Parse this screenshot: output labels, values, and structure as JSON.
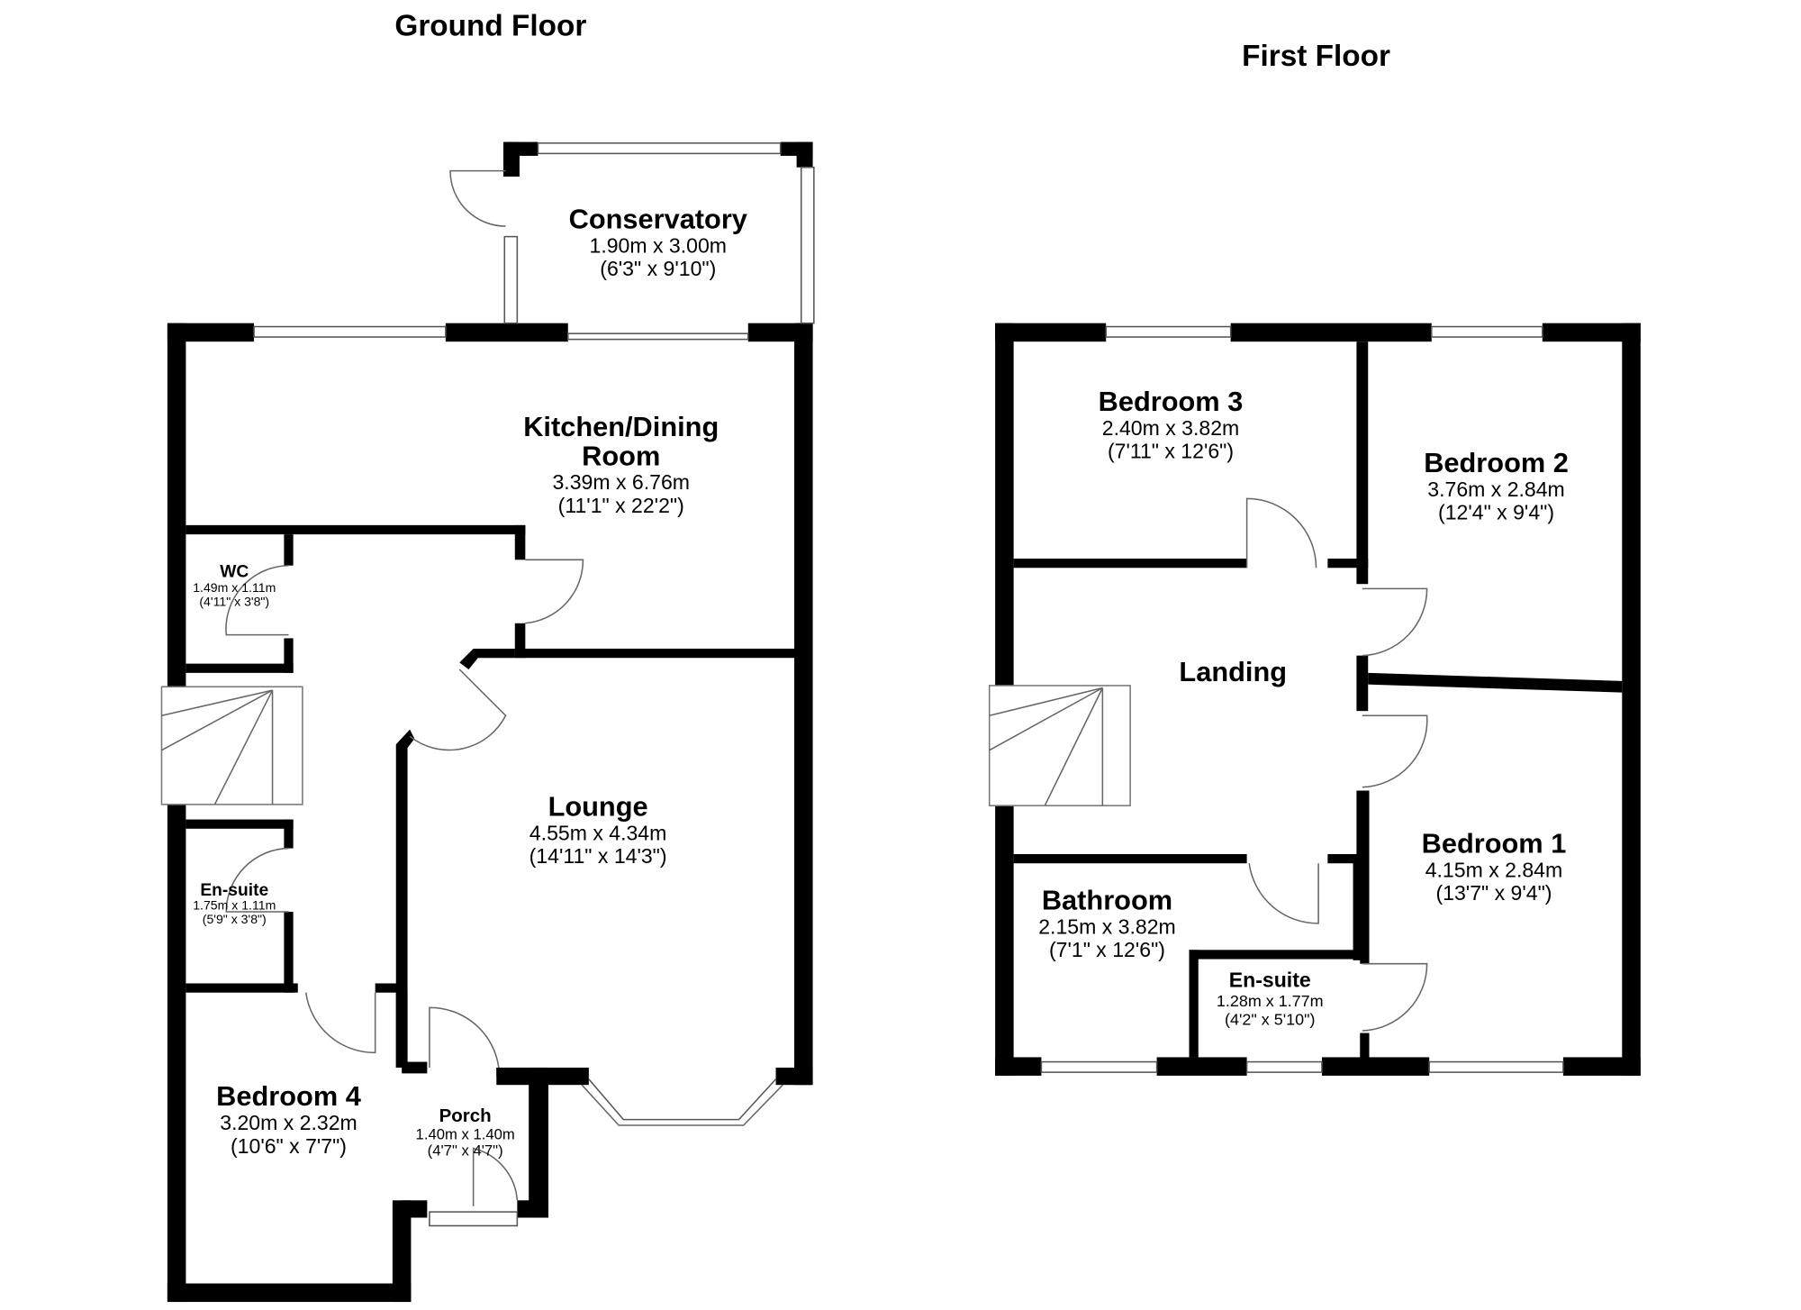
{
  "floors": {
    "ground": {
      "title": "Ground Floor",
      "rooms": {
        "conservatory": {
          "name": "Conservatory",
          "metric": "1.90m x 3.00m",
          "imperial": "(6'3\" x 9'10\")"
        },
        "kitchen": {
          "name1": "Kitchen/Dining",
          "name2": "Room",
          "metric": "3.39m x 6.76m",
          "imperial": "(11'1\" x 22'2\")"
        },
        "wc": {
          "name": "WC",
          "metric": "1.49m x 1.11m",
          "imperial": "(4'11\" x 3'8\")"
        },
        "ensuite": {
          "name": "En-suite",
          "metric": "1.75m x 1.11m",
          "imperial": "(5'9\" x 3'8\")"
        },
        "lounge": {
          "name": "Lounge",
          "metric": "4.55m x 4.34m",
          "imperial": "(14'11\" x 14'3\")"
        },
        "bedroom4": {
          "name": "Bedroom 4",
          "metric": "3.20m x 2.32m",
          "imperial": "(10'6\" x 7'7\")"
        },
        "porch": {
          "name": "Porch",
          "metric": "1.40m x 1.40m",
          "imperial": "(4'7\" x 4'7\")"
        }
      }
    },
    "first": {
      "title": "First Floor",
      "rooms": {
        "bedroom3": {
          "name": "Bedroom 3",
          "metric": "2.40m x 3.82m",
          "imperial": "(7'11\" x 12'6\")"
        },
        "bedroom2": {
          "name": "Bedroom 2",
          "metric": "3.76m x 2.84m",
          "imperial": "(12'4\" x 9'4\")"
        },
        "landing": {
          "name": "Landing"
        },
        "bedroom1": {
          "name": "Bedroom 1",
          "metric": "4.15m x 2.84m",
          "imperial": "(13'7\" x 9'4\")"
        },
        "bathroom": {
          "name": "Bathroom",
          "metric": "2.15m x 3.82m",
          "imperial": "(7'1\" x 12'6\")"
        },
        "ensuite": {
          "name": "En-suite",
          "metric": "1.28m x 1.77m",
          "imperial": "(4'2\" x 5'10\")"
        }
      }
    }
  }
}
